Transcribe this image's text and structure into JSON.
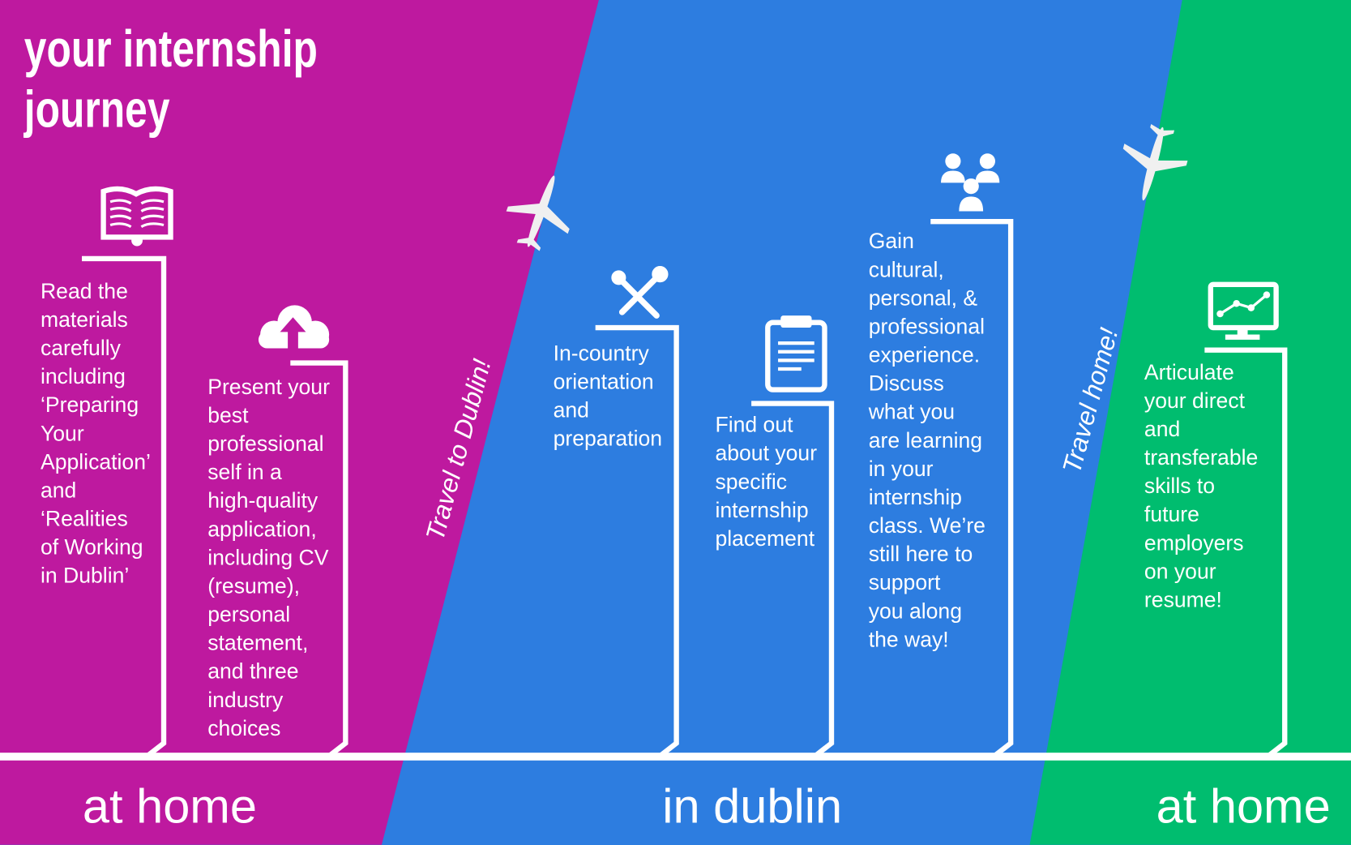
{
  "title": [
    "your internship",
    "journey"
  ],
  "colors": {
    "home": "#be199f",
    "dublin": "#2d7de0",
    "home_return": "#00bd6f",
    "foreground": "#ffffff"
  },
  "zones": [
    "at home",
    "in dublin",
    "at home"
  ],
  "travel": {
    "to_dublin": "Travel to Dublin!",
    "home": "Travel home!"
  },
  "steps": [
    {
      "icon": "book-icon",
      "text": "Read the\nmaterials\ncarefully\nincluding\n‘Preparing\nYour\nApplication’\nand\n‘Realities\nof Working\nin Dublin’"
    },
    {
      "icon": "cloud-upload-icon",
      "text": "Present your\nbest\nprofessional\nself in a\nhigh-quality\napplication,\nincluding CV\n(resume),\npersonal\nstatement,\nand three\nindustry\nchoices"
    },
    {
      "icon": "tools-icon",
      "text": "In-country\norientation\nand\npreparation"
    },
    {
      "icon": "clipboard-icon",
      "text": "Find out\nabout your\nspecific\ninternship\nplacement"
    },
    {
      "icon": "group-icon",
      "text": "Gain\ncultural,\npersonal, &\nprofessional\nexperience.\nDiscuss\nwhat you\nare learning\nin your\ninternship\nclass. We’re\nstill here to\nsupport\nyou along\nthe way!"
    },
    {
      "icon": "monitor-chart-icon",
      "text": "Articulate\nyour direct\nand\ntransferable\nskills to\nfuture\nemployers\non your\nresume!"
    }
  ]
}
